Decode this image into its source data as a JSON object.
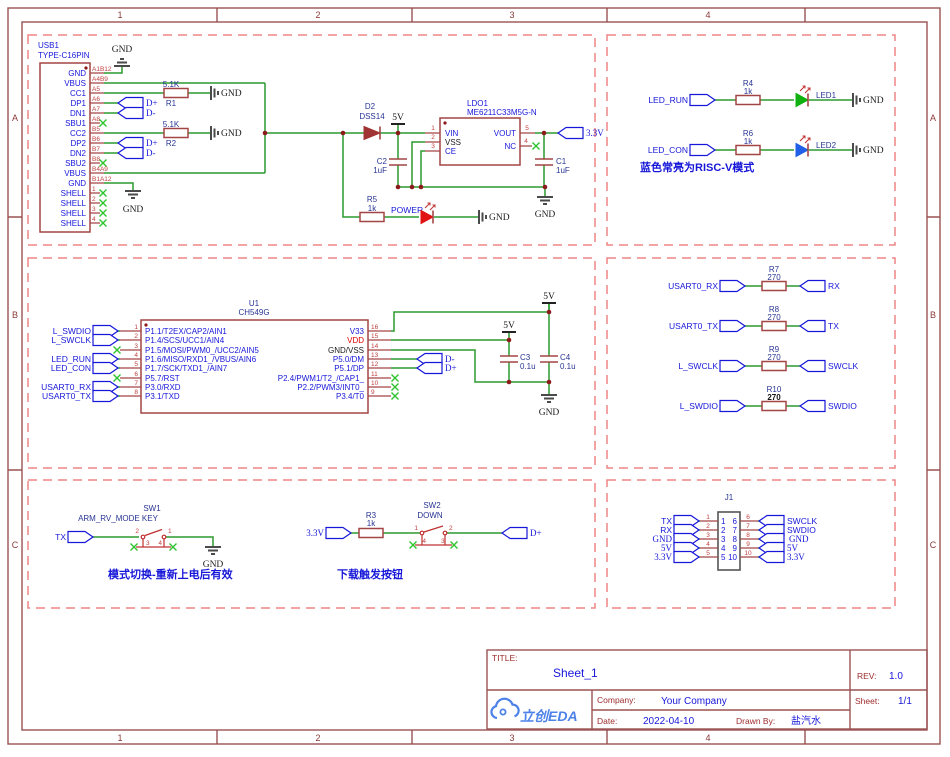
{
  "frame": {
    "cols": [
      "1",
      "2",
      "3",
      "4"
    ],
    "rows": [
      "A",
      "B",
      "C"
    ]
  },
  "nets": {
    "gnd": "GND",
    "v5": "5V",
    "v33": "3.3V",
    "dp": "D+",
    "dm": "D-"
  },
  "s1": {
    "usb": {
      "ref": "USB1",
      "part": "TYPE-C16PIN",
      "pins": [
        {
          "name": "GND",
          "num": "A1B12"
        },
        {
          "name": "VBUS",
          "num": "A4B9"
        },
        {
          "name": "CC1",
          "num": "A5"
        },
        {
          "name": "DP1",
          "num": "A6"
        },
        {
          "name": "DN1",
          "num": "A7"
        },
        {
          "name": "SBU1",
          "num": "A8"
        },
        {
          "name": "CC2",
          "num": "B5"
        },
        {
          "name": "DP2",
          "num": "B6"
        },
        {
          "name": "DN2",
          "num": "B7"
        },
        {
          "name": "SBU2",
          "num": "B8"
        },
        {
          "name": "VBUS",
          "num": "B4A9"
        },
        {
          "name": "GND",
          "num": "B1A12"
        },
        {
          "name": "SHELL",
          "num": "1"
        },
        {
          "name": "SHELL",
          "num": "2"
        },
        {
          "name": "SHELL",
          "num": "3"
        },
        {
          "name": "SHELL",
          "num": "4"
        }
      ]
    },
    "r1": {
      "ref": "R1",
      "val": "5.1K"
    },
    "r2": {
      "ref": "R2",
      "val": "5.1K"
    },
    "d2": {
      "ref": "D2",
      "part": "DSS14"
    },
    "ldo": {
      "ref": "LDO1",
      "part": "ME6211C33M5G-N",
      "p1": "VIN",
      "p2": "VSS",
      "p3": "CE",
      "p5": "VOUT",
      "p4": "NC",
      "n1": "1",
      "n2": "2",
      "n3": "3",
      "n5": "5",
      "n4": "4"
    },
    "c1": {
      "ref": "C1",
      "val": "1uF"
    },
    "c2": {
      "ref": "C2",
      "val": "1uF"
    },
    "r5": {
      "ref": "R5",
      "val": "1k"
    },
    "power": "POWER"
  },
  "s2": {
    "rows": [
      {
        "flag": "LED_RUN",
        "ref": "R4",
        "val": "1k",
        "led": "LED1"
      },
      {
        "flag": "LED_CON",
        "ref": "R6",
        "val": "1k",
        "led": "LED2"
      }
    ],
    "note": "蓝色常亮为RISC-V模式"
  },
  "s3": {
    "ref": "U1",
    "part": "CH549G",
    "left": [
      {
        "num": "1",
        "name": "P1.1/T2EX/CAP2/AIN1",
        "flag": "L_SWDIO"
      },
      {
        "num": "2",
        "name": "P1.4/SCS/UCC1/AIN4",
        "flag": "L_SWCLK"
      },
      {
        "num": "3",
        "name": "P1.5/MOSI/PWM0_/UCC2/AIN5",
        "flag": ""
      },
      {
        "num": "4",
        "name": "P1.6/MISO/RXD1_/VBUS/AIN6",
        "flag": "LED_RUN"
      },
      {
        "num": "5",
        "name": "P1.7/SCK/TXD1_/AIN7",
        "flag": "LED_CON"
      },
      {
        "num": "6",
        "name": "P5.7/RST",
        "flag": ""
      },
      {
        "num": "7",
        "name": "P3.0/RXD",
        "flag": "USART0_RX"
      },
      {
        "num": "8",
        "name": "P3.1/TXD",
        "flag": "USART0_TX"
      }
    ],
    "right": [
      {
        "num": "16",
        "name": "V33"
      },
      {
        "num": "15",
        "name": "VDD"
      },
      {
        "num": "14",
        "name": "GND/VSS"
      },
      {
        "num": "13",
        "name": "P5.0/DM"
      },
      {
        "num": "12",
        "name": "P5.1/DP"
      },
      {
        "num": "11",
        "name": "P2.4/PWM1/T2_/CAP1_"
      },
      {
        "num": "10",
        "name": "P2.2/PWM3/INT0_"
      },
      {
        "num": "9",
        "name": "P3.4/T0"
      }
    ],
    "c3": {
      "ref": "C3",
      "val": "0.1u"
    },
    "c4": {
      "ref": "C4",
      "val": "0.1u"
    }
  },
  "s4": {
    "rows": [
      {
        "left": "USART0_RX",
        "ref": "R7",
        "val": "270",
        "right": "RX"
      },
      {
        "left": "USART0_TX",
        "ref": "R8",
        "val": "270",
        "right": "TX"
      },
      {
        "left": "L_SWCLK",
        "ref": "R9",
        "val": "270",
        "right": "SWCLK"
      },
      {
        "left": "L_SWDIO",
        "ref": "R10",
        "val": "270",
        "right": "SWDIO"
      }
    ]
  },
  "s5": {
    "sw1": {
      "ref": "SW1",
      "part": "ARM_RV_MODE KEY",
      "in": "TX",
      "p1": "1",
      "p2": "2",
      "p3": "3",
      "p4": "4",
      "note": "模式切换-重新上电后有效"
    },
    "r3": {
      "ref": "R3",
      "val": "1k"
    },
    "sw2": {
      "ref": "SW2",
      "part": "DOWN",
      "p1": "1",
      "p2": "2",
      "p3": "3",
      "p4": "4",
      "note": "下载触发按钮"
    }
  },
  "s6": {
    "ref": "J1",
    "left": [
      {
        "num": "1",
        "flag": "TX"
      },
      {
        "num": "2",
        "flag": "RX"
      },
      {
        "num": "3",
        "flag": "GND"
      },
      {
        "num": "4",
        "flag": "5V"
      },
      {
        "num": "5",
        "flag": "3.3V"
      }
    ],
    "right": [
      {
        "num": "6",
        "flag": "SWCLK"
      },
      {
        "num": "7",
        "flag": "SWDIO"
      },
      {
        "num": "8",
        "flag": "GND"
      },
      {
        "num": "9",
        "flag": "5V"
      },
      {
        "num": "10",
        "flag": "3.3V"
      }
    ]
  },
  "title_block": {
    "title_label": "TITLE:",
    "title": "Sheet_1",
    "rev_label": "REV:",
    "rev": "1.0",
    "company_label": "Company:",
    "company": "Your Company",
    "sheet_label": "Sheet:",
    "sheet": "1/1",
    "date_label": "Date:",
    "date": "2022-04-10",
    "drawn_label": "Drawn By:",
    "drawn": "盐汽水",
    "logo": "立创EDA"
  }
}
